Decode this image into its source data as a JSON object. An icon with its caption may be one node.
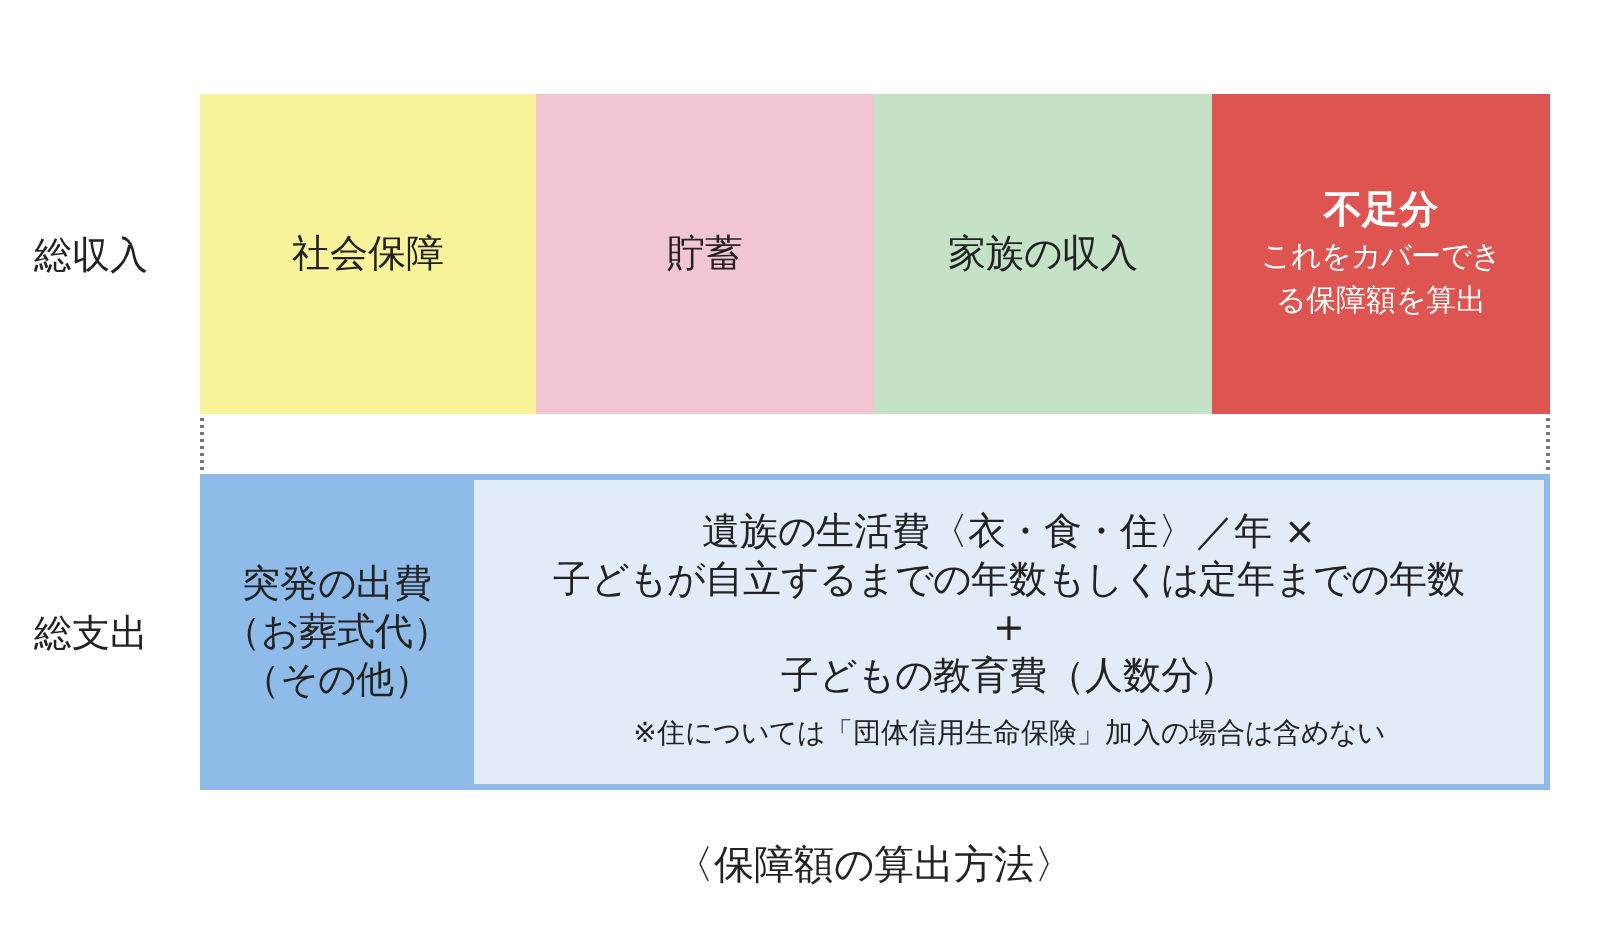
{
  "diagram": {
    "caption": "〈保障額の算出方法〉",
    "nodes": [
      {
        "text": [
          "社会保障"
        ]
      },
      {
        "text": [
          "貯蓄"
        ]
      },
      {
        "text": [
          "家族の収入"
        ]
      },
      {
        "text": [
          "不足分",
          "これをカバーできる保障額を算出"
        ]
      },
      {
        "text": [
          "突発の出費",
          "（お葬式代）",
          "（その他）"
        ]
      },
      {
        "text": [
          "遺族の生活費〈衣・食・住〉／年 ×",
          "子どもが自立するまでの年数もしくは定年までの年数",
          "+",
          "子どもの教育費（人数分）",
          "※住については「団体信用生命保険」加入の場合は含めない"
        ]
      }
    ],
    "labels": [
      "総収入",
      "総支出"
    ]
  }
}
